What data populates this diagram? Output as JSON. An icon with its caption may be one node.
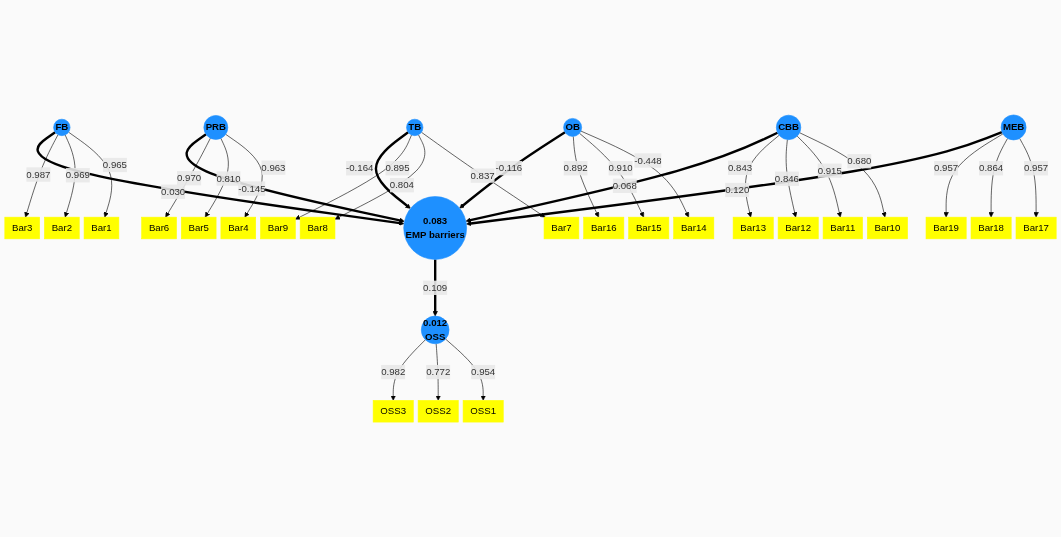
{
  "diagram": {
    "nodes": [
      {
        "text": [
          "FB"
        ]
      },
      {
        "text": [
          "PRB"
        ]
      },
      {
        "text": [
          "TB"
        ]
      },
      {
        "text": [
          "OB"
        ]
      },
      {
        "text": [
          "CBB"
        ]
      },
      {
        "text": [
          "0.083",
          "EMP barriers"
        ]
      },
      {
        "text": [
          "MEB"
        ]
      },
      {
        "text": [
          "0.012",
          "OSS"
        ]
      },
      {
        "text": [
          "Bar1"
        ]
      },
      {
        "text": [
          "Bar2"
        ]
      },
      {
        "text": [
          "Bar3"
        ]
      },
      {
        "text": [
          "Bar4"
        ]
      },
      {
        "text": [
          "Bar5"
        ]
      },
      {
        "text": [
          "Bar6"
        ]
      },
      {
        "text": [
          "Bar7"
        ]
      },
      {
        "text": [
          "Bar8"
        ]
      },
      {
        "text": [
          "Bar9"
        ]
      },
      {
        "text": [
          "Bar14"
        ]
      },
      {
        "text": [
          "Bar15"
        ]
      },
      {
        "text": [
          "Bar16"
        ]
      },
      {
        "text": [
          "Bar10"
        ]
      },
      {
        "text": [
          "Bar11"
        ]
      },
      {
        "text": [
          "Bar12"
        ]
      },
      {
        "text": [
          "Bar13"
        ]
      },
      {
        "text": [
          "Bar17"
        ]
      },
      {
        "text": [
          "Bar18"
        ]
      },
      {
        "text": [
          "Bar19"
        ]
      },
      {
        "text": [
          "OSS1"
        ]
      },
      {
        "text": [
          "OSS2"
        ]
      },
      {
        "text": [
          "OSS3"
        ]
      }
    ],
    "edges": [
      {
        "from": 0,
        "to": 8,
        "arrow": "to",
        "label": "0.965"
      },
      {
        "from": 0,
        "to": 9,
        "arrow": "to",
        "label": "0.969"
      },
      {
        "from": 0,
        "to": 10,
        "arrow": "to",
        "label": "0.987"
      },
      {
        "from": 1,
        "to": 11,
        "arrow": "to",
        "label": "0.963"
      },
      {
        "from": 1,
        "to": 12,
        "arrow": "to",
        "label": "0.810"
      },
      {
        "from": 1,
        "to": 13,
        "arrow": "to",
        "label": "0.970"
      },
      {
        "from": 2,
        "to": 14,
        "arrow": "to",
        "label": "0.837"
      },
      {
        "from": 2,
        "to": 15,
        "arrow": "to",
        "label": "0.804"
      },
      {
        "from": 2,
        "to": 16,
        "arrow": "to",
        "label": "0.895"
      },
      {
        "from": 3,
        "to": 17,
        "arrow": "to",
        "label": "-0.448"
      },
      {
        "from": 3,
        "to": 18,
        "arrow": "to",
        "label": "0.910"
      },
      {
        "from": 3,
        "to": 19,
        "arrow": "to",
        "label": "0.892"
      },
      {
        "from": 4,
        "to": 20,
        "arrow": "to",
        "label": "0.680"
      },
      {
        "from": 4,
        "to": 21,
        "arrow": "to",
        "label": "0.915"
      },
      {
        "from": 4,
        "to": 22,
        "arrow": "to",
        "label": "0.846"
      },
      {
        "from": 4,
        "to": 23,
        "arrow": "to",
        "label": "0.843"
      },
      {
        "from": 6,
        "to": 24,
        "arrow": "to",
        "label": "0.957"
      },
      {
        "from": 6,
        "to": 25,
        "arrow": "to",
        "label": "0.864"
      },
      {
        "from": 6,
        "to": 26,
        "arrow": "to",
        "label": "0.957"
      },
      {
        "from": 7,
        "to": 27,
        "arrow": "to",
        "label": "0.954"
      },
      {
        "from": 7,
        "to": 28,
        "arrow": "to",
        "label": "0.772"
      },
      {
        "from": 7,
        "to": 29,
        "arrow": "to",
        "label": "0.982"
      },
      {
        "from": 0,
        "to": 5,
        "arrow": "to",
        "label": "0.030",
        "style": "thick"
      },
      {
        "from": 1,
        "to": 5,
        "arrow": "to",
        "label": "-0.145",
        "style": "thick"
      },
      {
        "from": 2,
        "to": 5,
        "arrow": "to",
        "label": "-0.164",
        "style": "thick"
      },
      {
        "from": 3,
        "to": 5,
        "arrow": "to",
        "label": "-0.116",
        "style": "thick"
      },
      {
        "from": 4,
        "to": 5,
        "arrow": "to",
        "label": "0.068",
        "style": "thick"
      },
      {
        "from": 6,
        "to": 5,
        "arrow": "to",
        "label": "0.120",
        "style": "thick"
      },
      {
        "from": 5,
        "to": 7,
        "arrow": "to",
        "label": "0.109",
        "style": "thick"
      }
    ]
  }
}
